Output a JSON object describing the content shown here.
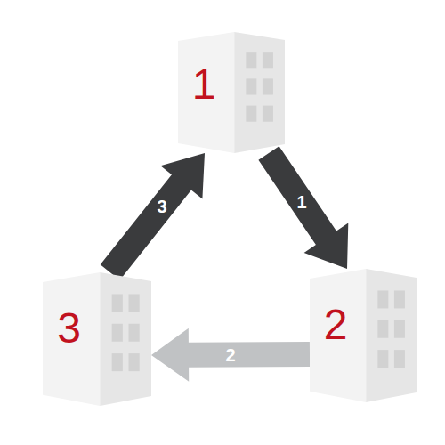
{
  "diagram": {
    "nodes": [
      {
        "text": [
          "1"
        ]
      },
      {
        "text": [
          "2"
        ]
      },
      {
        "text": [
          "3"
        ]
      }
    ],
    "edges": [
      {
        "from": 0,
        "to": 1,
        "arrow": "to",
        "label": "1"
      },
      {
        "from": 1,
        "to": 2,
        "arrow": "to",
        "label": "2"
      },
      {
        "from": 2,
        "to": 0,
        "arrow": "to",
        "label": "3"
      }
    ]
  }
}
